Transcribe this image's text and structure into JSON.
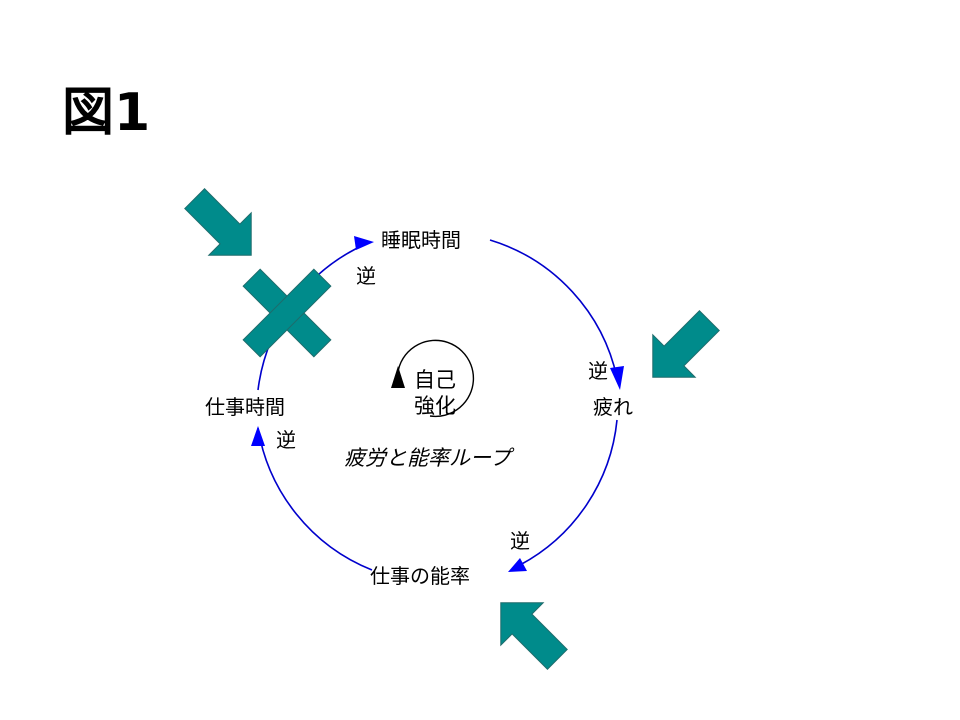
{
  "title": "図1",
  "loop_name": "疲労と能率ループ",
  "center_label": {
    "line1": "自己",
    "line2": "強化"
  },
  "nodes": {
    "sleep_time": "睡眠時間",
    "fatigue": "疲れ",
    "work_efficiency": "仕事の能率",
    "work_time": "仕事時間"
  },
  "polarities": {
    "work_time_to_sleep": "逆",
    "sleep_to_fatigue": "逆",
    "fatigue_to_efficiency": "逆",
    "efficiency_to_work_time": "逆"
  },
  "colors": {
    "loop_line": "#0000cc",
    "arrowhead": "#0000ff",
    "intervention_arrow": "#008b8b",
    "intervention_stroke": "#1e6b6b",
    "cross_mark": "#008b8b",
    "text": "#000000"
  },
  "icons": {
    "intervention": "teal-block-arrow-icon",
    "break": "teal-x-icon",
    "rotation": "clockwise-arrow-icon"
  }
}
